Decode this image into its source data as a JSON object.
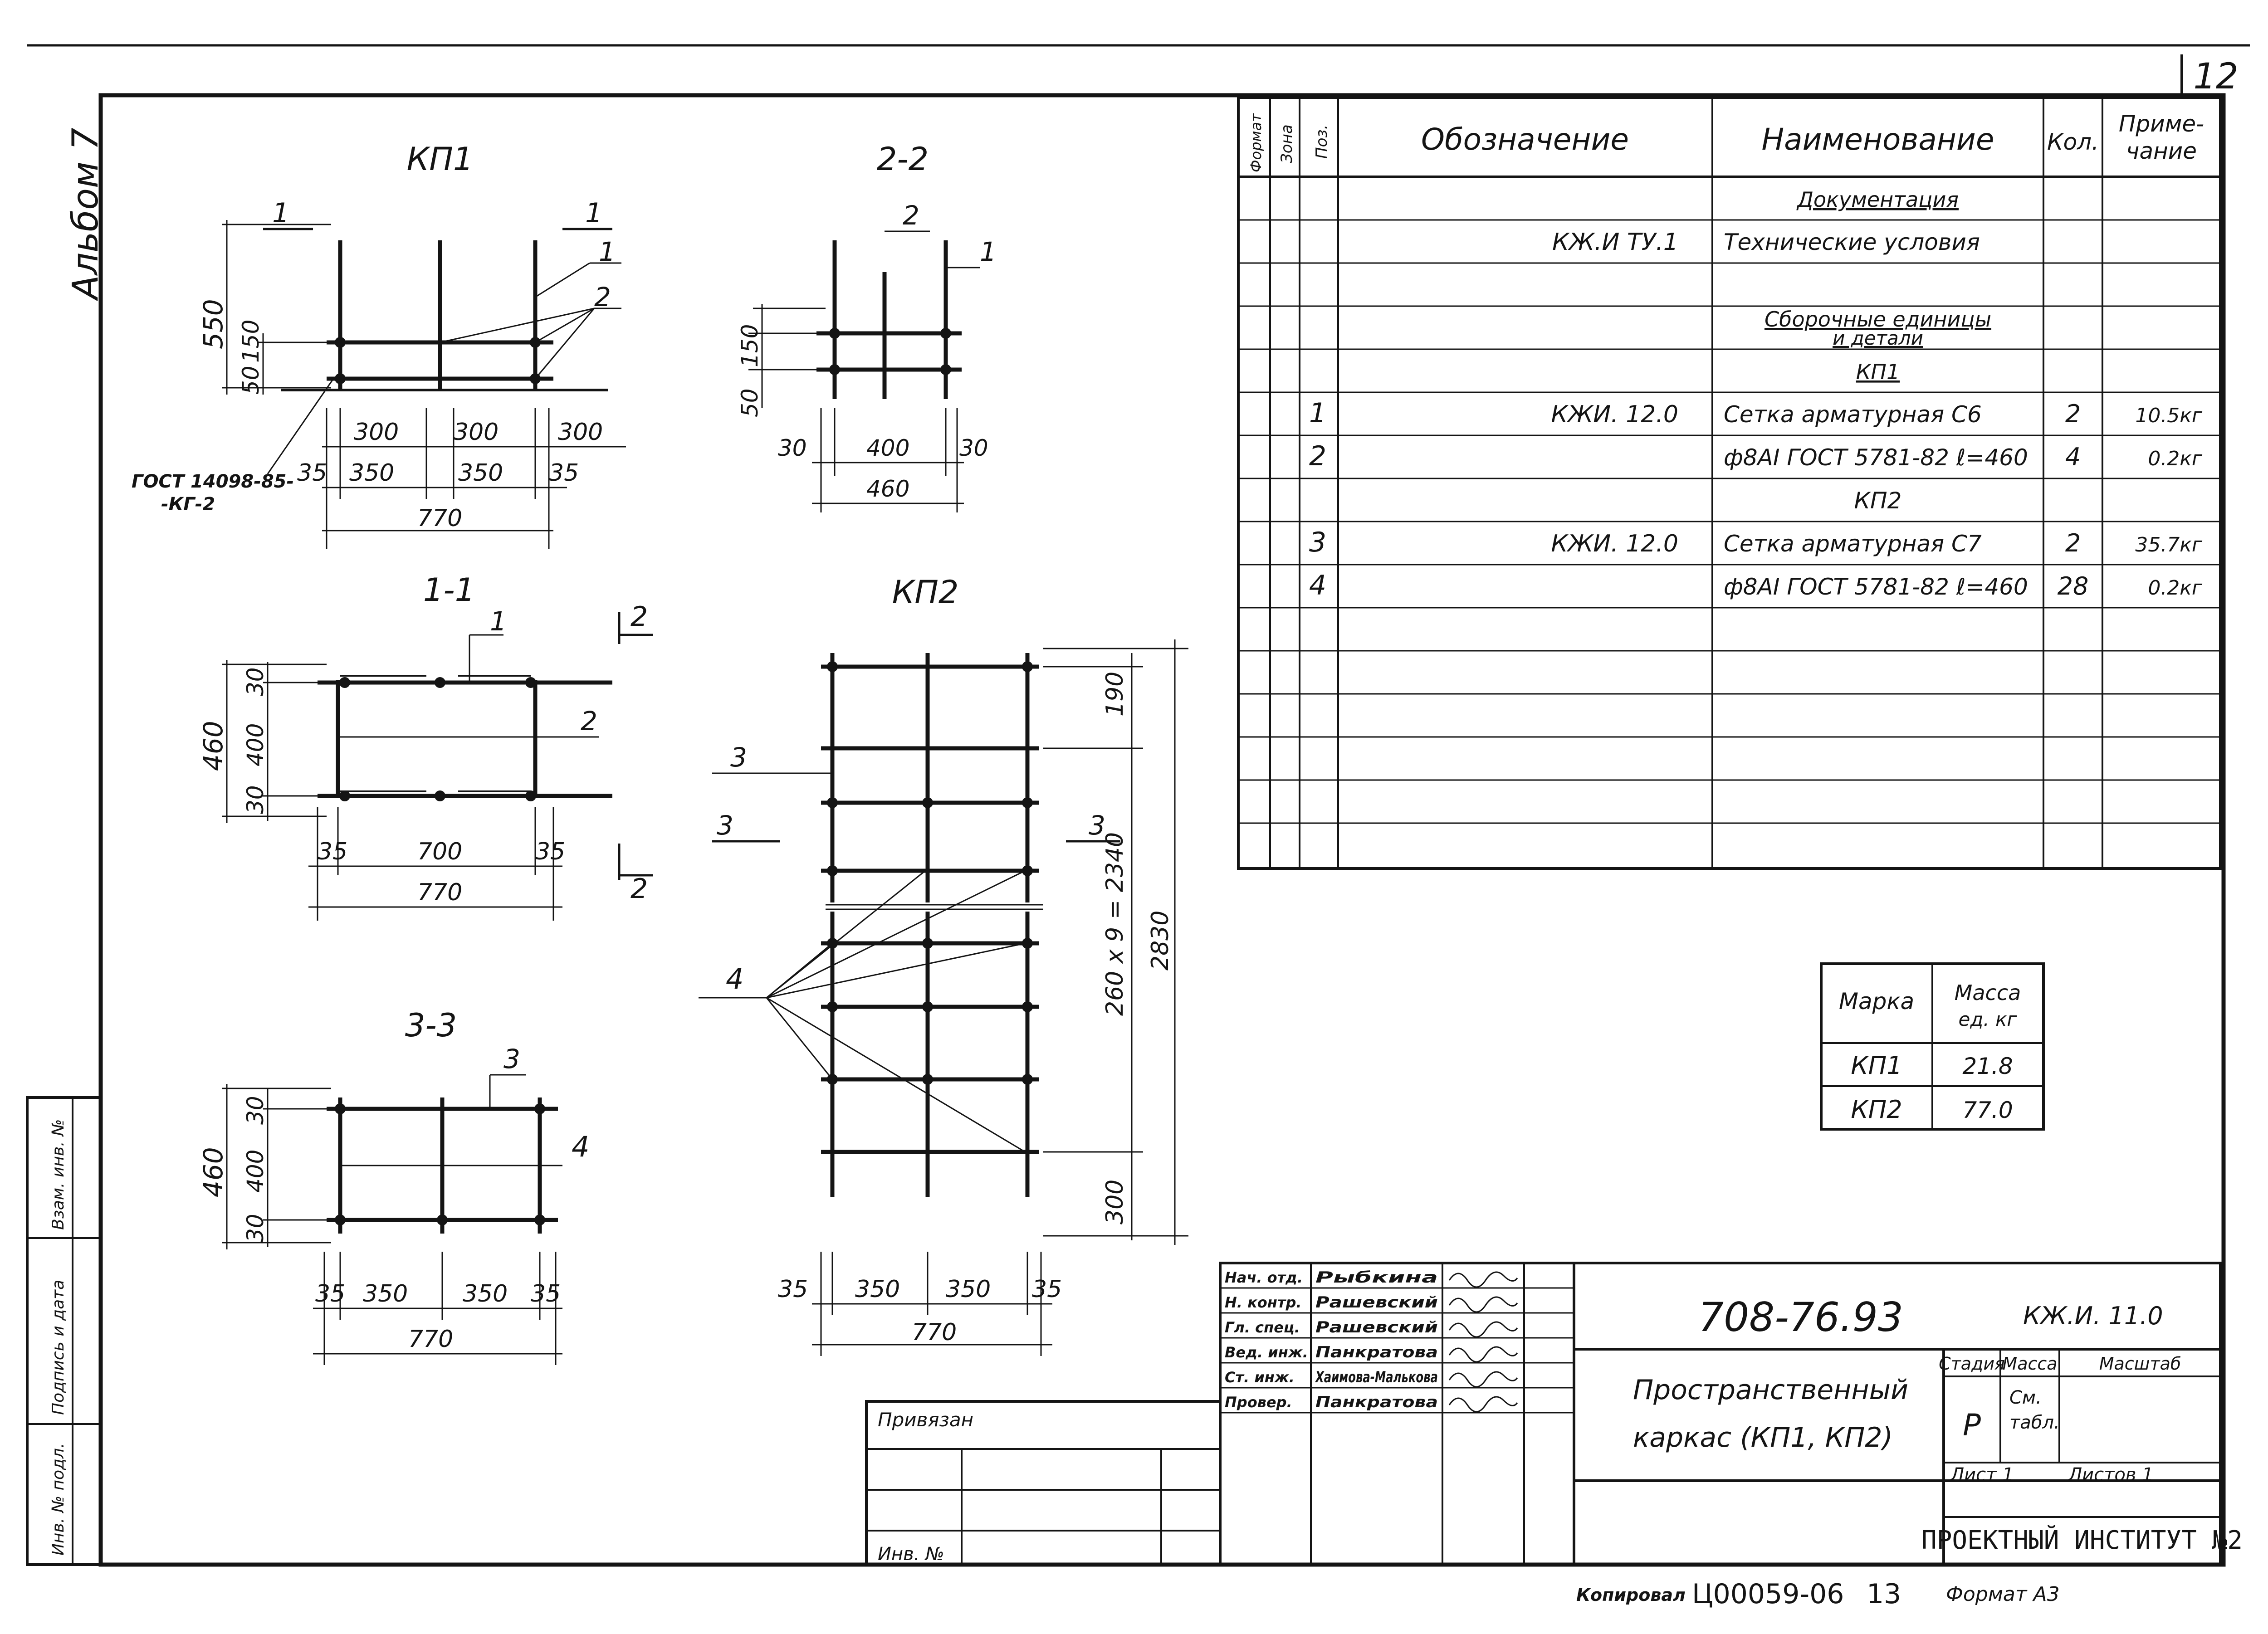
{
  "page_number": "12",
  "album": "Альбом 7",
  "drawings": {
    "kp1": {
      "title": "КП1",
      "cut_marks": [
        "1",
        "1"
      ],
      "heights": [
        "550",
        "150",
        "50"
      ],
      "pos_labels": [
        "1",
        "2"
      ],
      "gost": "ГОСТ 14098-85-\n-КГ-2",
      "gost_l1": "ГОСТ 14098-85-",
      "gost_l2": "-КГ-2",
      "dims_top": [
        "300",
        "300",
        "300"
      ],
      "dims_mid": [
        "35",
        "350",
        "350",
        "35"
      ],
      "dim_total": "770"
    },
    "section_2_2": {
      "title": "2-2",
      "pos_labels": [
        "2",
        "1"
      ],
      "heights": [
        "150",
        "50"
      ],
      "dims": [
        "30",
        "400",
        "30"
      ],
      "dim_total": "460"
    },
    "section_1_1": {
      "title": "1-1",
      "cut_mark": "2",
      "pos_labels": [
        "1",
        "2"
      ],
      "heights": [
        "460",
        "30",
        "400",
        "30"
      ],
      "dims": [
        "35",
        "700",
        "35"
      ],
      "dim_total": "770"
    },
    "kp2": {
      "title": "КП2",
      "cut_mark": "3",
      "pos_labels": [
        "3",
        "4"
      ],
      "dims_right": [
        "190",
        "260 x 9 = 2340",
        "300"
      ],
      "dim_overall": "2830",
      "dims_bottom": [
        "35",
        "350",
        "350",
        "35"
      ],
      "dim_total": "770"
    },
    "section_3_3": {
      "title": "3-3",
      "pos_labels": [
        "3",
        "4"
      ],
      "heights": [
        "460",
        "30",
        "400",
        "30"
      ],
      "dims": [
        "35",
        "350",
        "350",
        "35"
      ],
      "dim_total": "770"
    }
  },
  "spec_table": {
    "headers": {
      "format": "Формат",
      "zone": "Зона",
      "pos": "Поз.",
      "designation": "Обозначение",
      "name": "Наименование",
      "qty": "Кол.",
      "note_l1": "Приме-",
      "note_l2": "чание"
    },
    "rows": [
      {
        "pos": "",
        "designation": "",
        "name": "Документация",
        "qty": "",
        "note": ""
      },
      {
        "pos": "",
        "designation": "КЖ.И ТУ.1",
        "name": "Технические условия",
        "qty": "",
        "note": ""
      },
      {
        "pos": "",
        "designation": "",
        "name": "",
        "qty": "",
        "note": ""
      },
      {
        "pos": "",
        "designation": "",
        "name": "Сборочные единицы",
        "name2": "и детали",
        "qty": "",
        "note": ""
      },
      {
        "pos": "",
        "designation": "",
        "name": "КП1",
        "qty": "",
        "note": ""
      },
      {
        "pos": "1",
        "designation": "КЖИ. 12.0",
        "name": "Сетка арматурная С6",
        "qty": "2",
        "note": "10.5кг"
      },
      {
        "pos": "2",
        "designation": "",
        "name": "ф8АI ГОСТ 5781-82 ℓ=460",
        "qty": "4",
        "note": "0.2кг"
      },
      {
        "pos": "",
        "designation": "",
        "name": "КП2",
        "qty": "",
        "note": ""
      },
      {
        "pos": "3",
        "designation": "КЖИ. 12.0",
        "name": "Сетка арматурная С7",
        "qty": "2",
        "note": "35.7кг"
      },
      {
        "pos": "4",
        "designation": "",
        "name": "ф8АI ГОСТ 5781-82 ℓ=460",
        "qty": "28",
        "note": "0.2кг"
      }
    ]
  },
  "mass_table": {
    "header_mark": "Марка",
    "header_mass_l1": "Масса",
    "header_mass_l2": "ед. кг",
    "rows": [
      {
        "mark": "КП1",
        "mass": "21.8"
      },
      {
        "mark": "КП2",
        "mass": "77.0"
      }
    ]
  },
  "title_block": {
    "doc_number": "708-76.93",
    "doc_code": "КЖ.И. 11.0",
    "title_l1": "Пространственный",
    "title_l2": "каркас  (КП1, КП2)",
    "stage_label": "Стадия",
    "mass_label": "Масса",
    "scale_label": "Масштаб",
    "stage": "Р",
    "mass_value_l1": "См.",
    "mass_value_l2": "табл.",
    "sheet_label": "Лист 1",
    "sheets_label": "Листов 1",
    "organization": "ПРОЕКТНЫЙ ИНСТИТУТ №2",
    "privyazan": "Привязан",
    "inv_no": "Инв. №",
    "signatures": [
      {
        "role": "Нач. отд.",
        "name": "Рыбкина"
      },
      {
        "role": "Н. контр.",
        "name": "Рашевский"
      },
      {
        "role": "Гл. спец.",
        "name": "Рашевский"
      },
      {
        "role": "Вед. инж.",
        "name": "Панкратова"
      },
      {
        "role": "Ст. инж.",
        "name": "Хаимова-Малькова"
      },
      {
        "role": "Провер.",
        "name": "Панкратова"
      }
    ],
    "copied": "Копировал",
    "copy_code": "Ц00059-06",
    "copy_num": "13",
    "format": "Формат А3"
  },
  "side_stamp": {
    "inv_podl": "Инв. № подл.",
    "podpis": "Подпись и дата",
    "vzam": "Взам. инв. №"
  }
}
